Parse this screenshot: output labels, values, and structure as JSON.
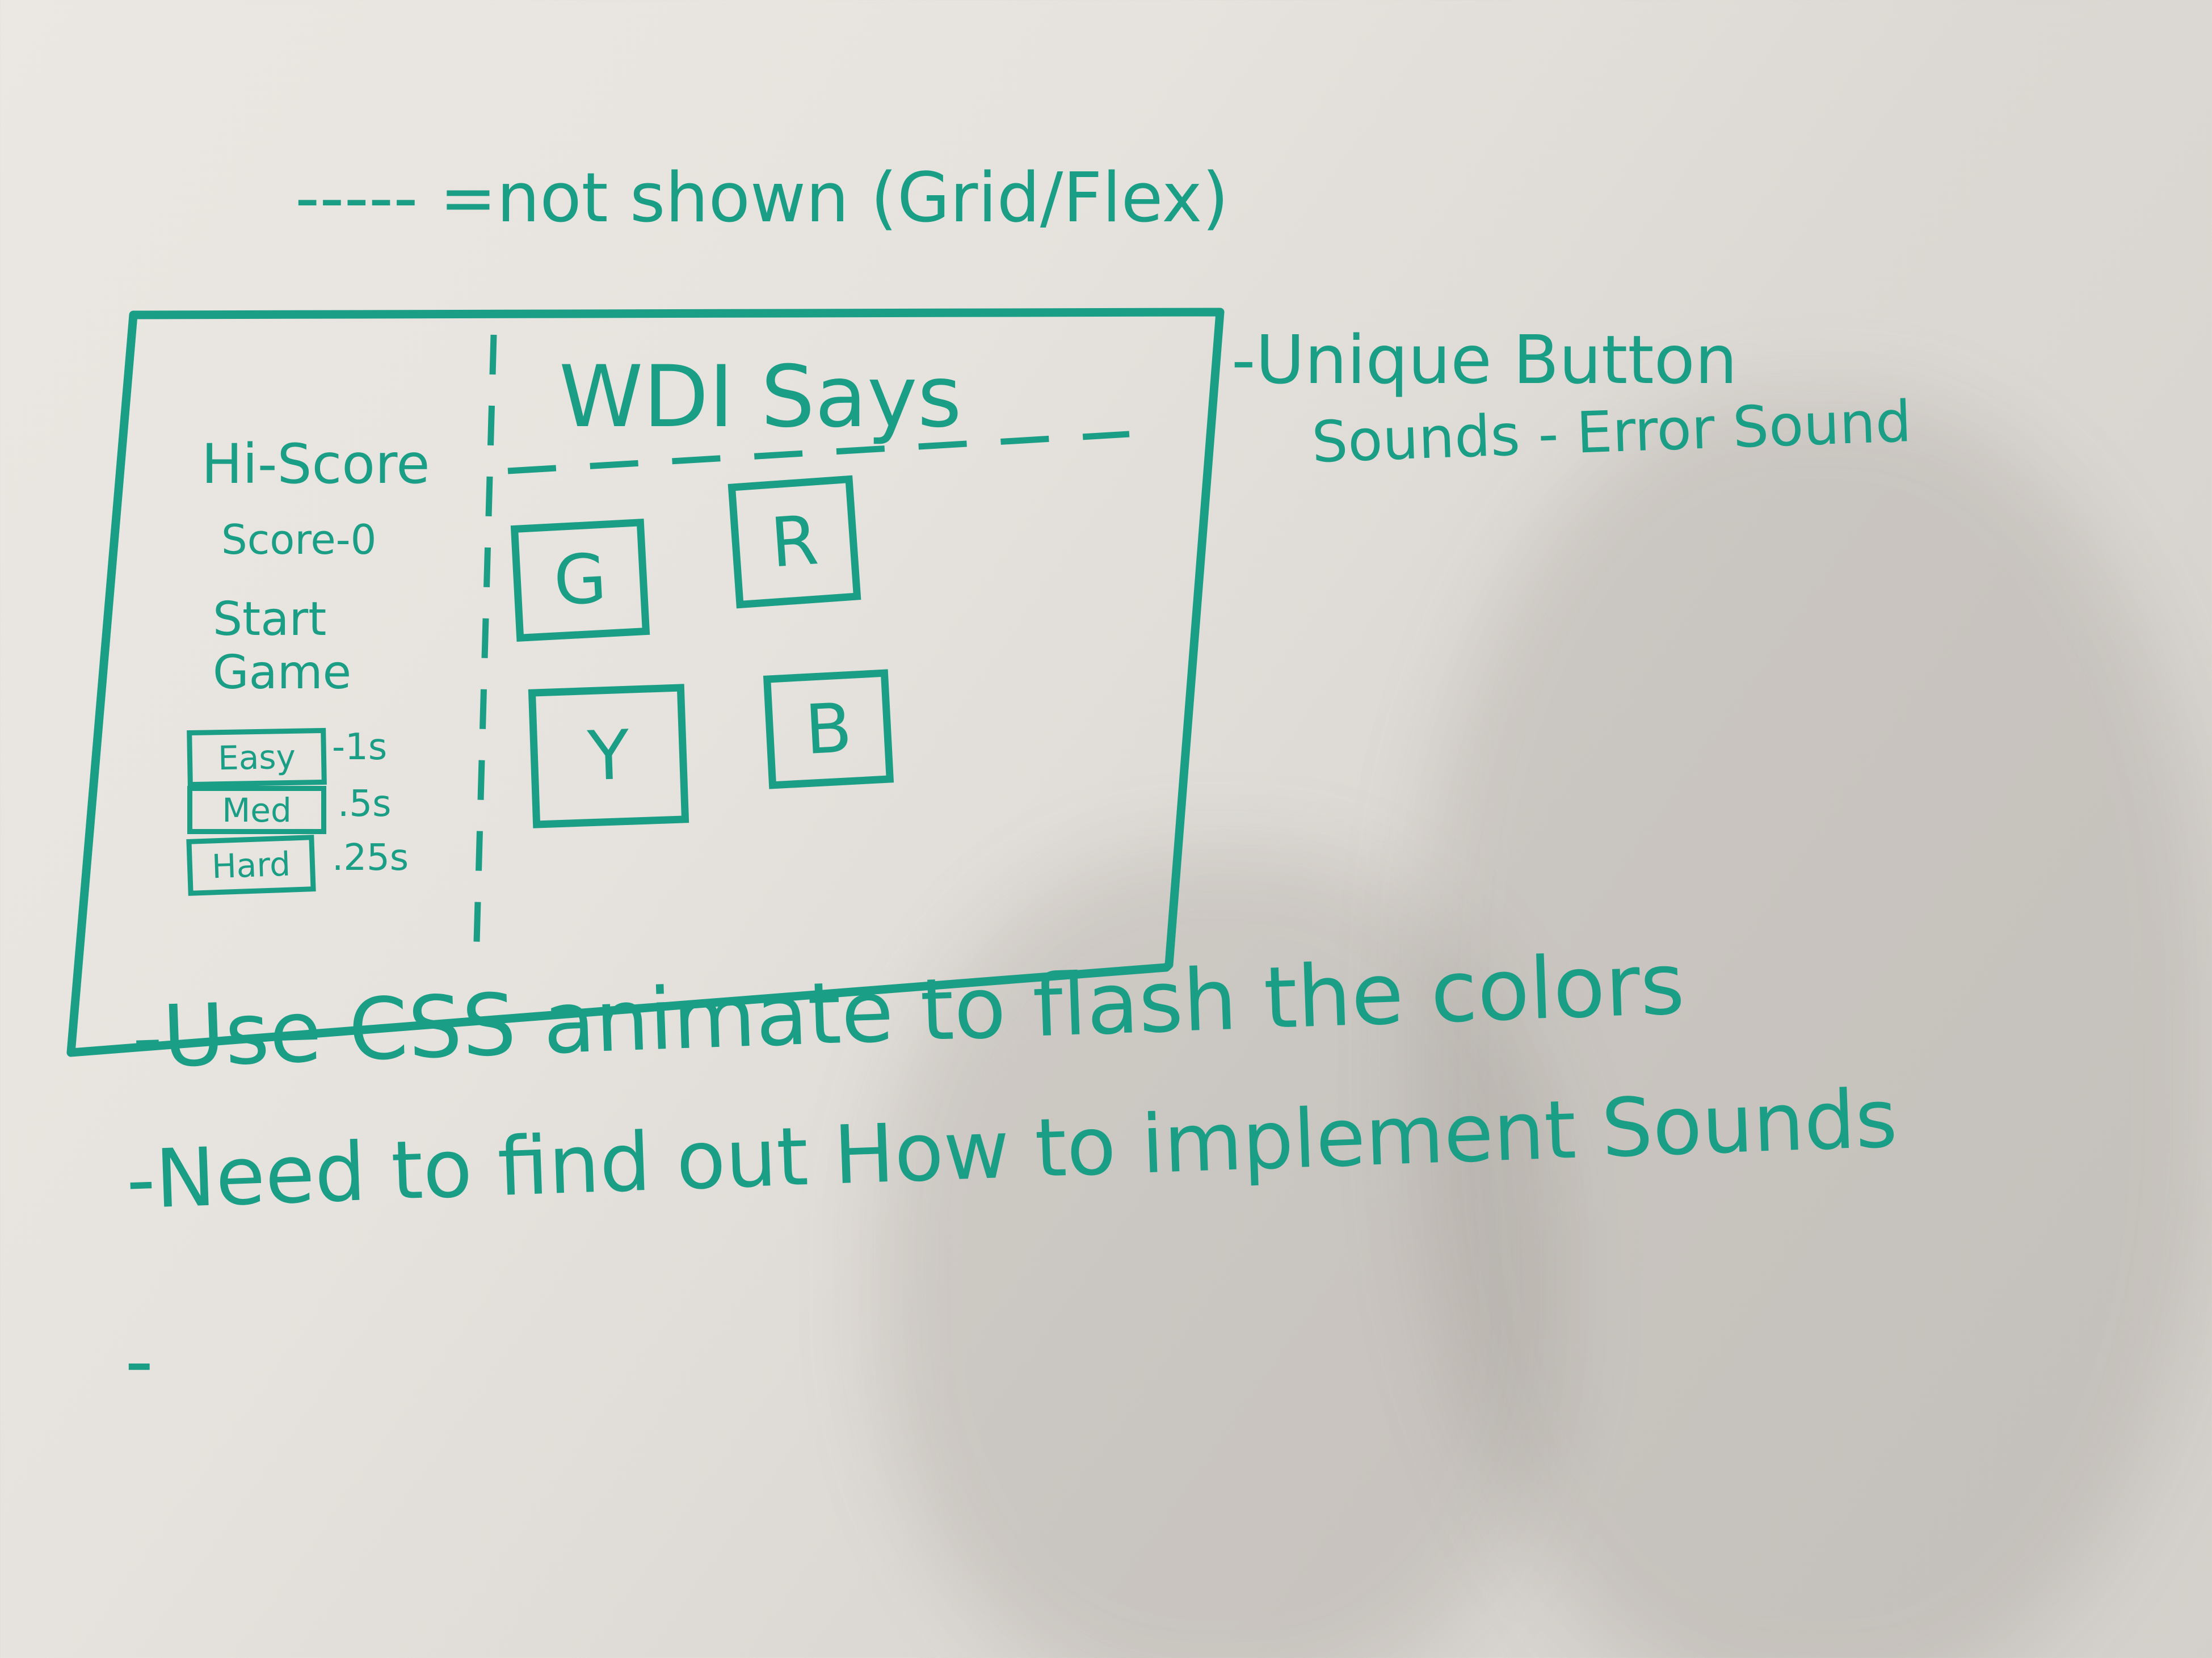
{
  "legend": {
    "text": "----- =not shown (Grid/Flex)"
  },
  "mockup": {
    "title": "WDI Says",
    "hi_score": "Hi-Score",
    "score": "Score-0",
    "start_game": "Start\nGame",
    "difficulties": [
      {
        "label": "Easy",
        "timing": "-1s"
      },
      {
        "label": "Med",
        "timing": ".5s"
      },
      {
        "label": "Hard",
        "timing": ".25s"
      }
    ],
    "buttons": {
      "green": "G",
      "red": "R",
      "yellow": "Y",
      "blue": "B"
    }
  },
  "side_notes": {
    "line1": "-Unique Button",
    "line2": "Sounds - Error Sound"
  },
  "notes": [
    "-Use CSS animate to flash the colors",
    "-Need to find out How to implement Sounds",
    "-"
  ],
  "colors": {
    "ink": "#1a9e86",
    "board": "#e6e2dd"
  }
}
